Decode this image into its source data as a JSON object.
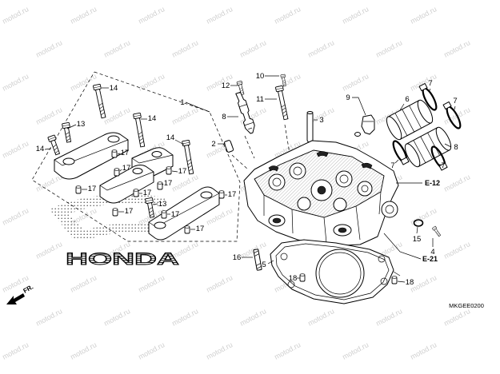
{
  "diagram": {
    "callouts": [
      "14",
      "13",
      "14",
      "14",
      "17",
      "17",
      "14",
      "17",
      "17",
      "17",
      "17",
      "13",
      "17",
      "17",
      "17",
      "1",
      "17",
      "12",
      "11",
      "10",
      "8",
      "3",
      "2",
      "9",
      "7",
      "6",
      "7",
      "8",
      "7",
      "7",
      "5",
      "16",
      "18",
      "18",
      "15",
      "4"
    ],
    "references": [
      "E-12",
      "E-21"
    ],
    "code": "MKGEE0200",
    "direction": "FR.",
    "logo": "HONDA",
    "watermark": "motod.ru"
  },
  "colors": {
    "line": "#000000",
    "background": "#ffffff",
    "watermark": "#cfcfcf",
    "logo_dots": "#555555"
  }
}
